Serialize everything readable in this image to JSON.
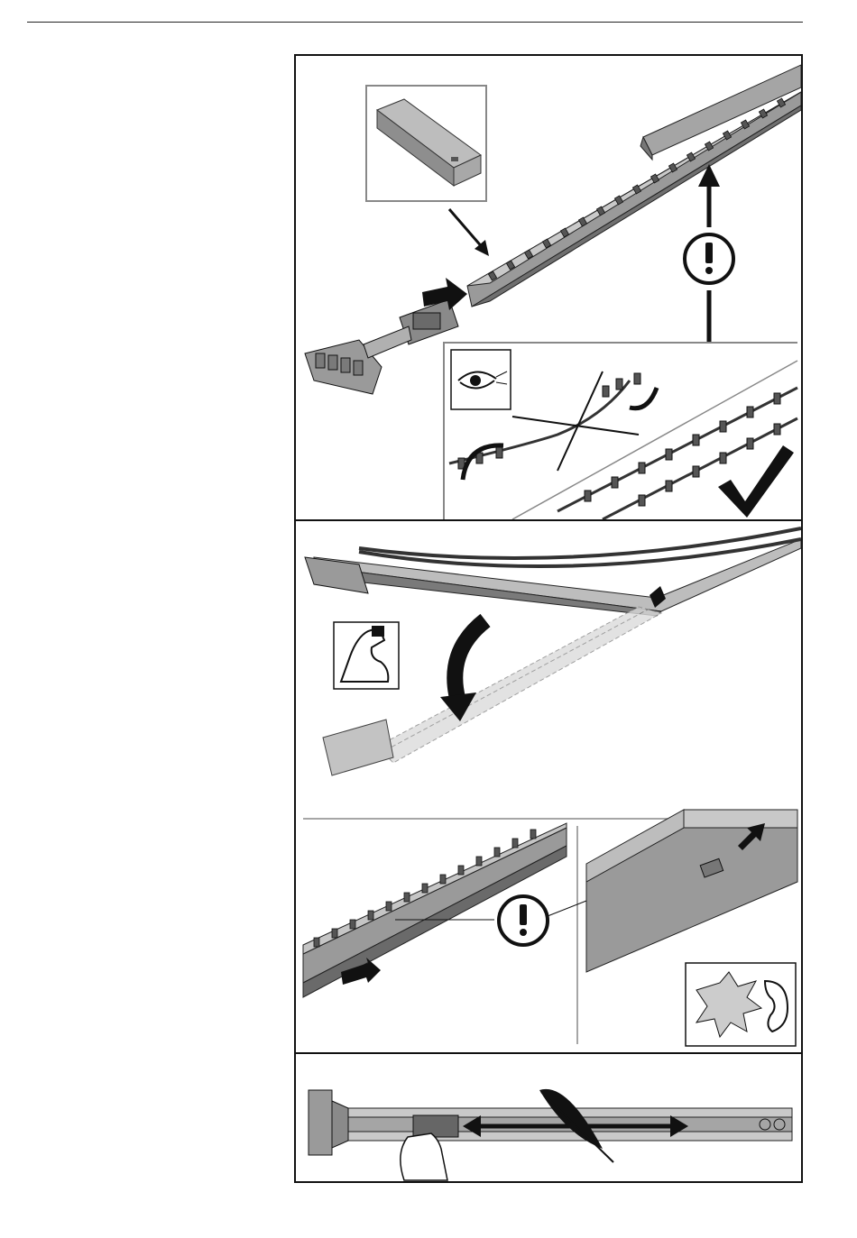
{
  "page": {
    "title": "",
    "steps": [
      {
        "id": "rail-assembly",
        "description": ""
      },
      {
        "id": "fold-rail",
        "description": ""
      },
      {
        "id": "slide-carriage",
        "description": ""
      }
    ]
  },
  "colors": {
    "rail": "#9a9a9a",
    "rail_dark": "#6e6e6e",
    "rail_light": "#c4c4c4",
    "outline": "#111111",
    "arrow": "#111111",
    "ghost": "#d9d9d9"
  },
  "icons": {
    "warning": "exclamation-circle-icon",
    "check": "checkmark-icon",
    "cross": "x-cross-icon",
    "eye": "eye-icon",
    "strength": "flexed-arm-icon",
    "click_sound": "ear-click-icon",
    "light": "feather-icon"
  }
}
